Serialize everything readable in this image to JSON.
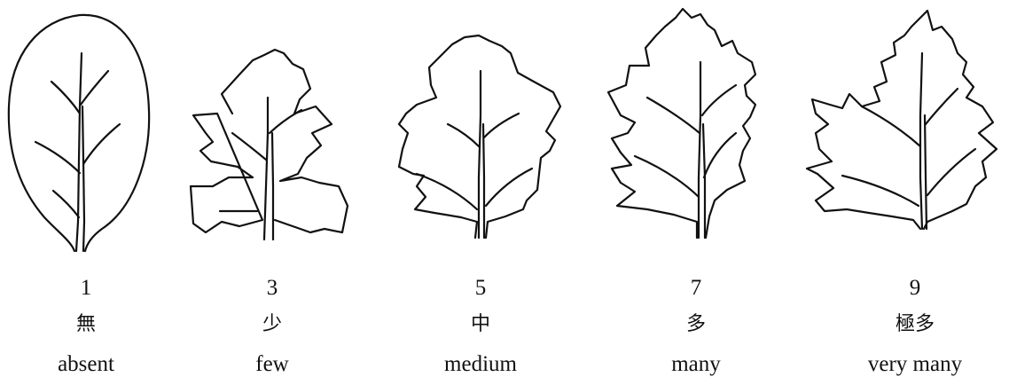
{
  "stages": [
    {
      "number": "1",
      "label_zh": "無",
      "label_en": "absent"
    },
    {
      "number": "3",
      "label_zh": "少",
      "label_en": "few"
    },
    {
      "number": "5",
      "label_zh": "中",
      "label_en": "medium"
    },
    {
      "number": "7",
      "label_zh": "多",
      "label_en": "many"
    },
    {
      "number": "9",
      "label_zh": "極多",
      "label_en": "very many"
    }
  ]
}
